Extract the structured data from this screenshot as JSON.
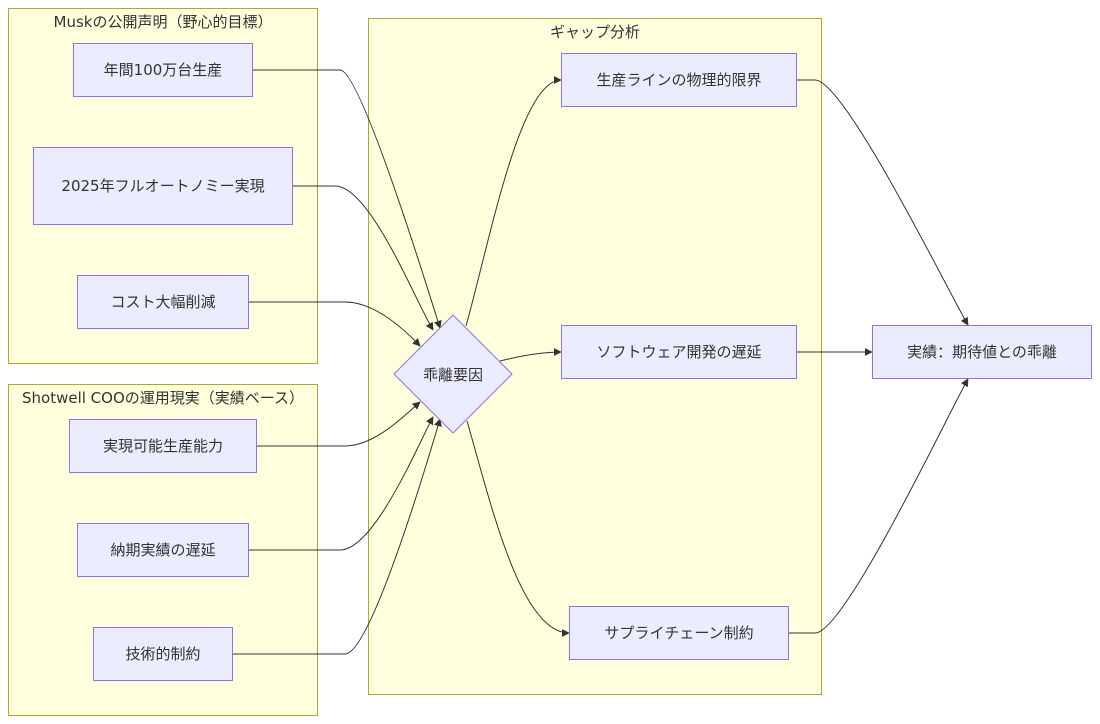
{
  "clusters": {
    "musk": "Muskの公開声明（野心的目標）",
    "shotwell": "Shotwell COOの運用現実（実績ベース）",
    "gap": "ギャップ分析"
  },
  "nodes": {
    "prod_million": "年間100万台生産",
    "autonomy_2025": "2025年フルオートノミー実現",
    "cost_cut": "コスト大幅削減",
    "realistic_capacity": "実現可能生産能力",
    "delivery_delay": "納期実績の遅延",
    "tech_constraints": "技術的制約",
    "gap_factor": "乖離要因",
    "physical_limit": "生産ラインの物理的限界",
    "software_delay": "ソフトウェア開発の遅延",
    "supply_chain": "サプライチェーン制約",
    "result_gap": "実績：期待値との乖離"
  },
  "colors": {
    "cluster_fill": "#ffffde",
    "cluster_border": "#aaaa33",
    "node_fill": "#ececff",
    "node_border": "#9370db",
    "edge": "#333333"
  }
}
